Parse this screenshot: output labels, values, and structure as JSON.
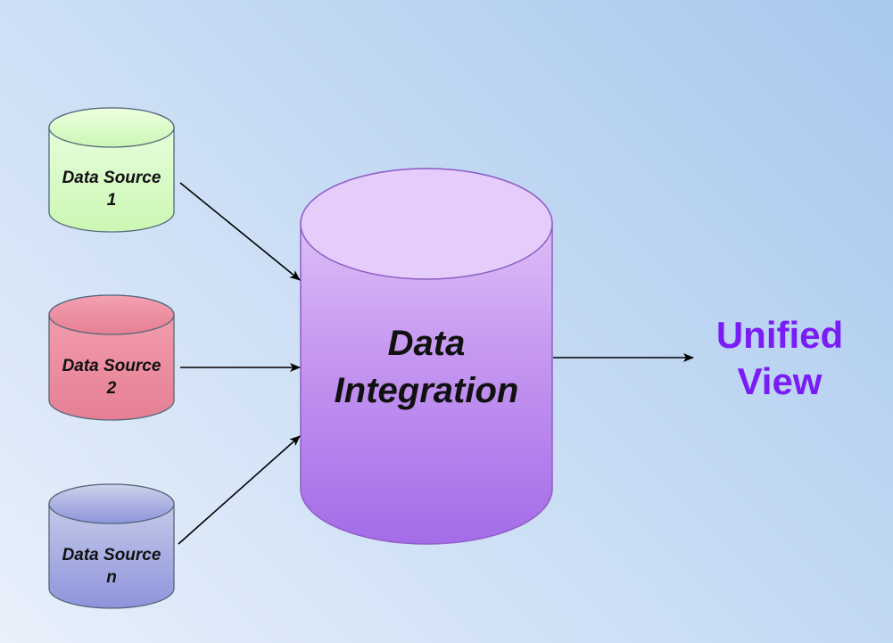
{
  "diagram": {
    "sources": [
      {
        "line1": "Data Source",
        "line2": "1",
        "color": "#d6fcc0"
      },
      {
        "line1": "Data Source",
        "line2": "2",
        "color": "#e8899c"
      },
      {
        "line1": "Data Source",
        "line2": "n",
        "color": "#a7abe0"
      }
    ],
    "integration": {
      "line1": "Data",
      "line2": "Integration"
    },
    "output": {
      "line1": "Unified",
      "line2": "View",
      "color": "#7a1cf5"
    }
  }
}
